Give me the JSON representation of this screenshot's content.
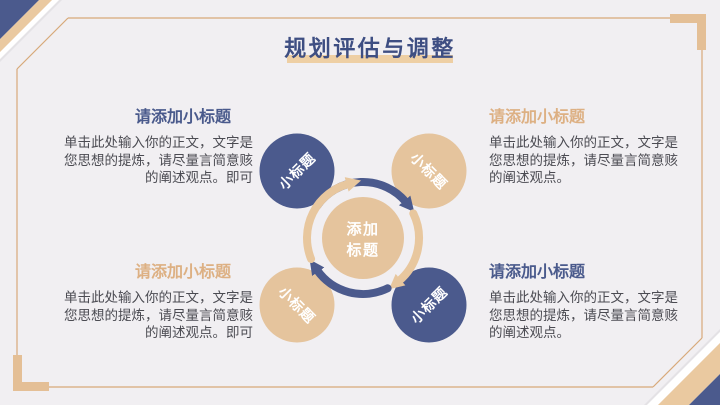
{
  "slide": {
    "title": "规划评估与调整",
    "colors": {
      "background": "#f1eff2",
      "blue": "#4b5a8d",
      "tan": "#e8c79e",
      "title_text": "#3e4e82",
      "title_underline": "#eecfa4",
      "blue_heading": "#4a5a8c",
      "tan_heading": "#ddb083",
      "body_text": "#4b4b52",
      "frame_line": "#d8a97a",
      "corner_bracket": "#e4bf96"
    },
    "blocks": [
      {
        "position": "top-left",
        "heading": "请添加小标题",
        "body": "单击此处输入你的正文，文字是您思想的提炼，请尽量言简意赅的阐述观点。即可"
      },
      {
        "position": "top-right",
        "heading": "请添加小标题",
        "body": "单击此处输入你的正文，文字是您思想的提炼，请尽量言简意赅的阐述观点。"
      },
      {
        "position": "bottom-left",
        "heading": "请添加小标题",
        "body": "单击此处输入你的正文，文字是您思想的提炼，请尽量言简意赅的阐述观点。即可"
      },
      {
        "position": "bottom-right",
        "heading": "请添加小标题",
        "body": "单击此处输入你的正文，文字是您思想的提炼，请尽量言简意赅的阐述观点。"
      }
    ],
    "diagram": {
      "center": {
        "line1": "添加",
        "line2": "标题"
      },
      "satellites": [
        {
          "position": "top-left",
          "label": "小标题",
          "color": "blue"
        },
        {
          "position": "top-right",
          "label": "小标题",
          "color": "tan"
        },
        {
          "position": "bottom-left",
          "label": "小标题",
          "color": "tan"
        },
        {
          "position": "bottom-right",
          "label": "小标题",
          "color": "blue"
        }
      ],
      "arrow_direction": "clockwise"
    }
  }
}
